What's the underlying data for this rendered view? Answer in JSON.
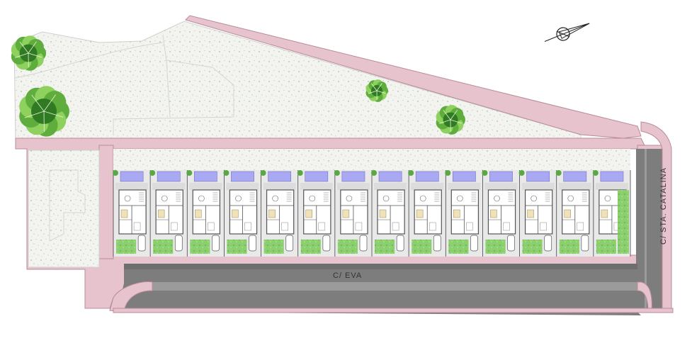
{
  "streets": {
    "main": "C/ EVA",
    "side": "C/ STA. CATALINA"
  },
  "icons": {
    "north_arrow": "north-arrow-icon",
    "tree": "tree-icon"
  },
  "plan": {
    "units": 14,
    "colors": {
      "sidewalk": "#e6c3cd",
      "sidewalk_edge": "#b98b99",
      "road": "#7d7d7d",
      "road_light": "#9b9b9b",
      "green": "#f1f3ee",
      "green_dots": "#7fb37a",
      "pool": "#a9a9f3",
      "unit_wall": "#555555",
      "tree_dark": "#2f7a22",
      "tree_light": "#8fd15f"
    }
  }
}
